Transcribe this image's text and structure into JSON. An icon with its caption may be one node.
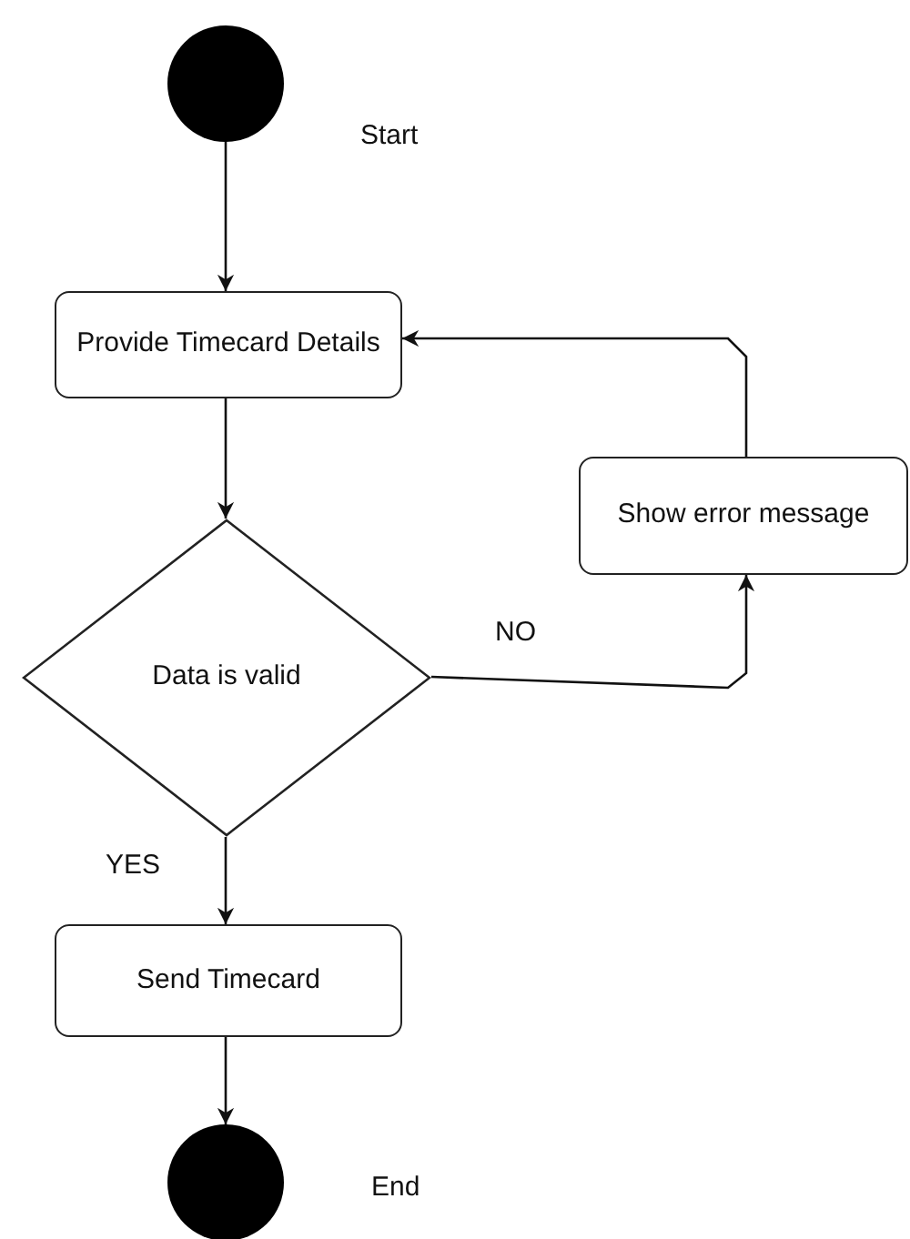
{
  "diagram": {
    "nodes": [
      {
        "text": [],
        "shape": "circle",
        "beside": [
          "Start"
        ]
      },
      {
        "text": [
          "Provide Timecard Details"
        ]
      },
      {
        "text": [
          "Data is valid"
        ]
      },
      {
        "text": [
          "Show error message"
        ]
      },
      {
        "text": [
          "Send Timecard"
        ]
      },
      {
        "text": [],
        "shape": "circle",
        "beside": [
          "End"
        ]
      }
    ],
    "edges": [
      {
        "from": 0,
        "to": 1,
        "arrow": "to"
      },
      {
        "from": 1,
        "to": 2,
        "arrow": "to"
      },
      {
        "from": 2,
        "to": 3,
        "arrow": "to",
        "label": "NO"
      },
      {
        "from": 3,
        "to": 1,
        "arrow": "to"
      },
      {
        "from": 2,
        "to": 4,
        "arrow": "to",
        "label": "YES"
      },
      {
        "from": 4,
        "to": 5,
        "arrow": "to"
      }
    ]
  }
}
